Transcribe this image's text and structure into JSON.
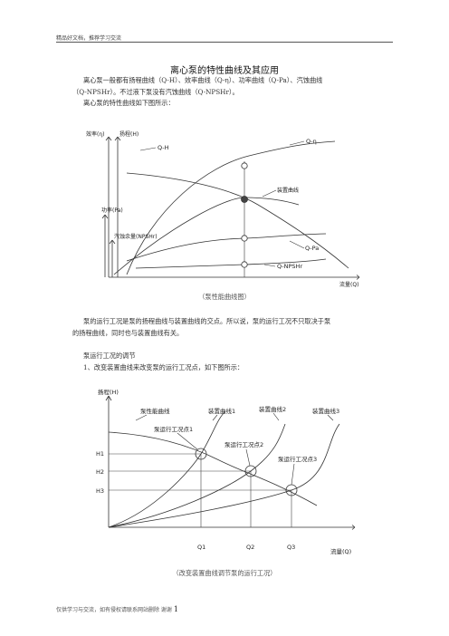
{
  "header": {
    "text": "精品好文档，推荐学习交流"
  },
  "title": "离心泵的特性曲线及其应用",
  "intro": {
    "line1": "离心泵一般都有扬程曲线（Q-H）、效率曲线（Q-η）、功率曲线（Q-Pa）、汽蚀曲线",
    "line2": "（Q-NPSHr）。不过液下泵没有汽蚀曲线（Q-NPSHr）。",
    "line3": "离心泵的特性曲线如下图所示："
  },
  "chart1": {
    "labels": {
      "efficiency_axis": "效率(η)",
      "head_axis": "扬程(H)",
      "power_axis": "功率(Pa)",
      "npsh_axis": "汽蚀余量(NPSHr)",
      "flow_axis": "流量(Q)",
      "qh": "Q-H",
      "qeta": "Q-η",
      "system": "装置曲线",
      "qpa": "Q-Pa",
      "qnpsh": "Q-NPSHr"
    },
    "caption": "（泵性能曲线图）"
  },
  "para2": {
    "line1": "泵的运行工况是泵的扬程曲线与装置曲线的交点。所以说，泵的运行工况不只取决于泵",
    "line2": "的扬程曲线，同时也与装置曲线有关。"
  },
  "section": {
    "heading": "泵运行工况的调节",
    "item1": "1、改变装置曲线来改变泵的运行工况点，如下图所示："
  },
  "chart2": {
    "labels": {
      "head_axis": "扬程(H)",
      "pump_curve": "泵性能曲线",
      "sys1": "装置曲线1",
      "sys2": "装置曲线2",
      "sys3": "装置曲线3",
      "op1": "泵运行工况点1",
      "op2": "泵运行工况点2",
      "op3": "泵运行工况点3",
      "h1": "H1",
      "h2": "H2",
      "h3": "H3",
      "q1": "Q1",
      "q2": "Q2",
      "q3": "Q3",
      "flow_axis": "流量(Q)"
    },
    "caption": "（改变装置曲线调节泵的运行工况）"
  },
  "footer": {
    "text": "仅供学习与交流，如有侵权请联系网站删除  谢谢",
    "page": "1"
  }
}
